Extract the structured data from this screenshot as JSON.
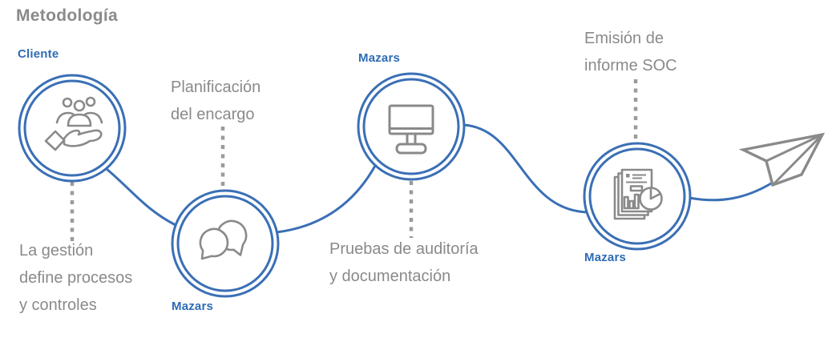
{
  "title": "Metodología",
  "steps": [
    {
      "actor": "Cliente",
      "icon": "people-hand-icon",
      "description": "La gestión\ndefine procesos\ny controles"
    },
    {
      "actor": "Mazars",
      "icon": "chat-bubbles-icon",
      "description": "Planificación\ndel encargo"
    },
    {
      "actor": "Mazars",
      "icon": "monitor-icon",
      "description": "Pruebas de auditoría\ny documentación"
    },
    {
      "actor": "Mazars",
      "icon": "report-charts-icon",
      "description": "Emisión de\ninforme SOC"
    }
  ],
  "end_marker": "paper-plane-icon",
  "colors": {
    "accent_blue": "#3a6fb5",
    "label_blue": "#2e6cb5",
    "text_gray": "#8a8a8a",
    "icon_gray": "#8a8a8a",
    "dash_gray": "#9b9b9b"
  }
}
